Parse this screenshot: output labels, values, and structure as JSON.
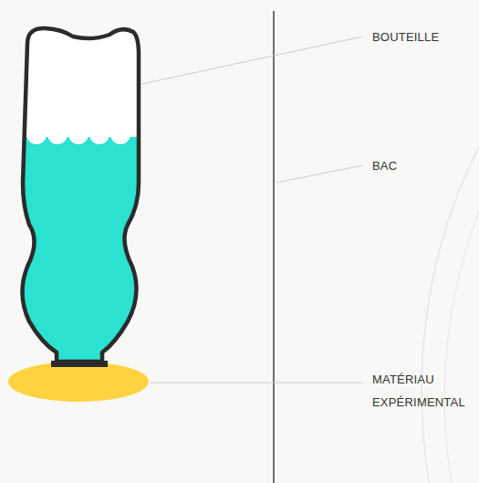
{
  "diagram": {
    "labels": [
      "BOUTEILLE",
      "BAC",
      "MATÉRIAU EXPÉRIMENTAL"
    ]
  }
}
